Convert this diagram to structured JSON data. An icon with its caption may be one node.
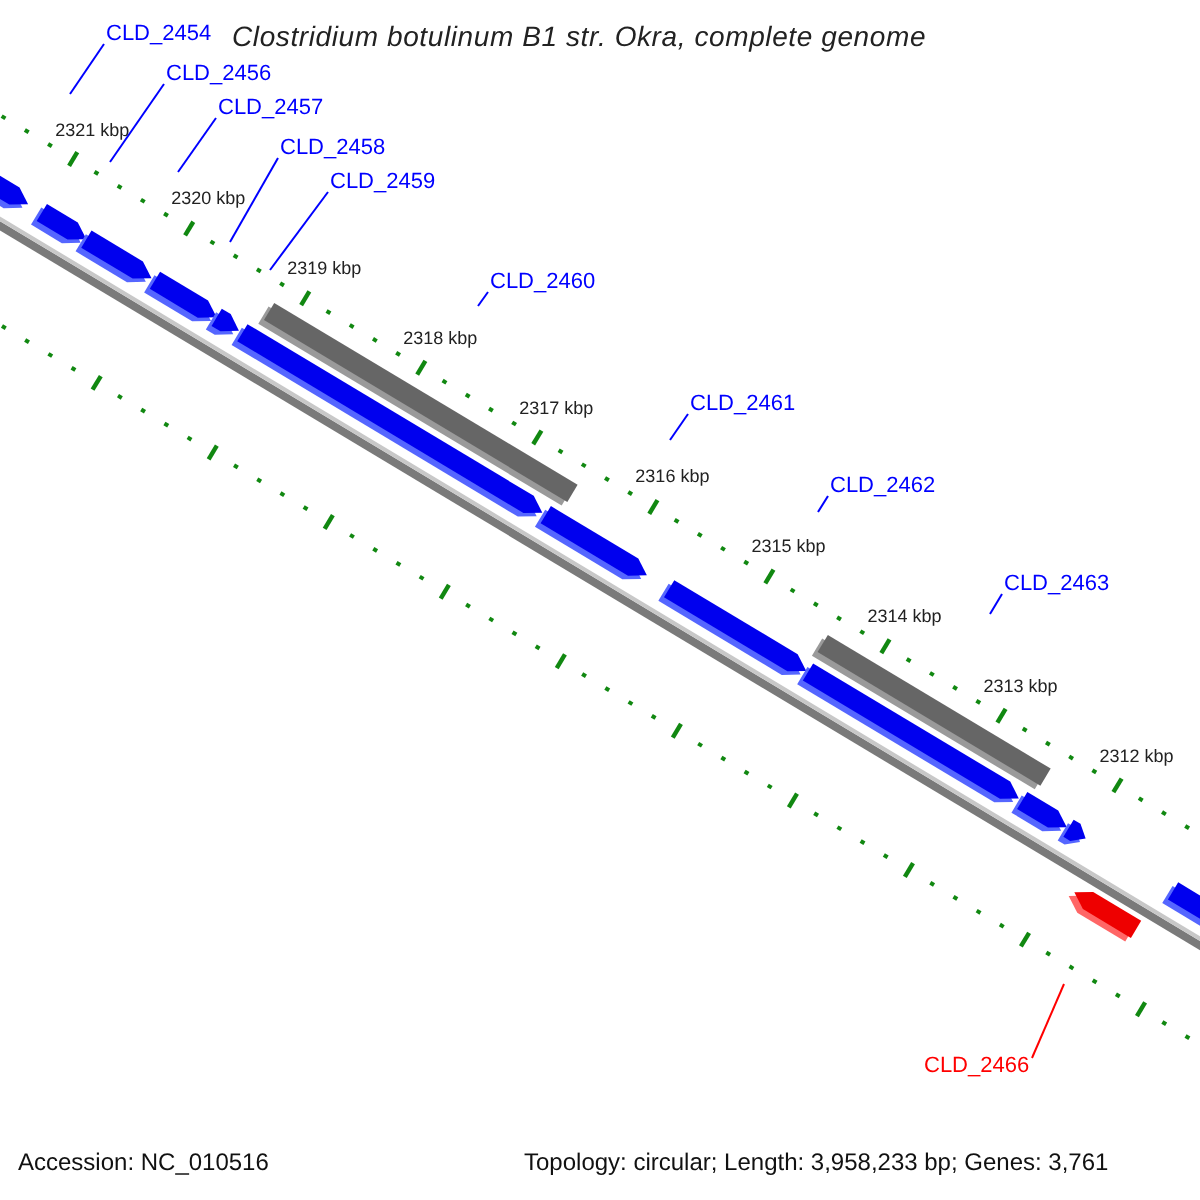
{
  "diagram": {
    "title": "Clostridium botulinum B1 str. Okra, complete genome",
    "nodes": [
      {
        "text": [
          "CLD_2454"
        ]
      },
      {
        "text": [
          "CLD_2456"
        ]
      },
      {
        "text": [
          "CLD_2457"
        ]
      },
      {
        "text": [
          "CLD_2458"
        ]
      },
      {
        "text": [
          "CLD_2459"
        ]
      },
      {
        "text": [
          "CLD_2460"
        ]
      },
      {
        "text": [
          "CLD_2461"
        ]
      },
      {
        "text": [
          "CLD_2462"
        ]
      },
      {
        "text": [
          "CLD_2463"
        ]
      },
      {
        "text": [
          "CLD_2466"
        ]
      }
    ],
    "edges": [
      {
        "from": 0,
        "to": null,
        "arrow": "none"
      },
      {
        "from": 1,
        "to": null,
        "arrow": "none"
      },
      {
        "from": 2,
        "to": null,
        "arrow": "none"
      },
      {
        "from": 3,
        "to": null,
        "arrow": "none"
      },
      {
        "from": 4,
        "to": null,
        "arrow": "none"
      },
      {
        "from": 5,
        "to": null,
        "arrow": "none"
      },
      {
        "from": 6,
        "to": null,
        "arrow": "none"
      },
      {
        "from": 7,
        "to": null,
        "arrow": "none"
      },
      {
        "from": 8,
        "to": null,
        "arrow": "none"
      },
      {
        "from": 9,
        "to": null,
        "arrow": "none",
        "color": "#ff0000"
      }
    ],
    "labels": [
      "2321 kbp",
      "2320 kbp",
      "2319 kbp",
      "2318 kbp",
      "2317 kbp",
      "2316 kbp",
      "2315 kbp",
      "2314 kbp",
      "2313 kbp",
      "2312 kbp",
      "Accession: NC_010516",
      "Topology: circular; Length: 3,958,233 bp; Genes: 3,761"
    ]
  }
}
